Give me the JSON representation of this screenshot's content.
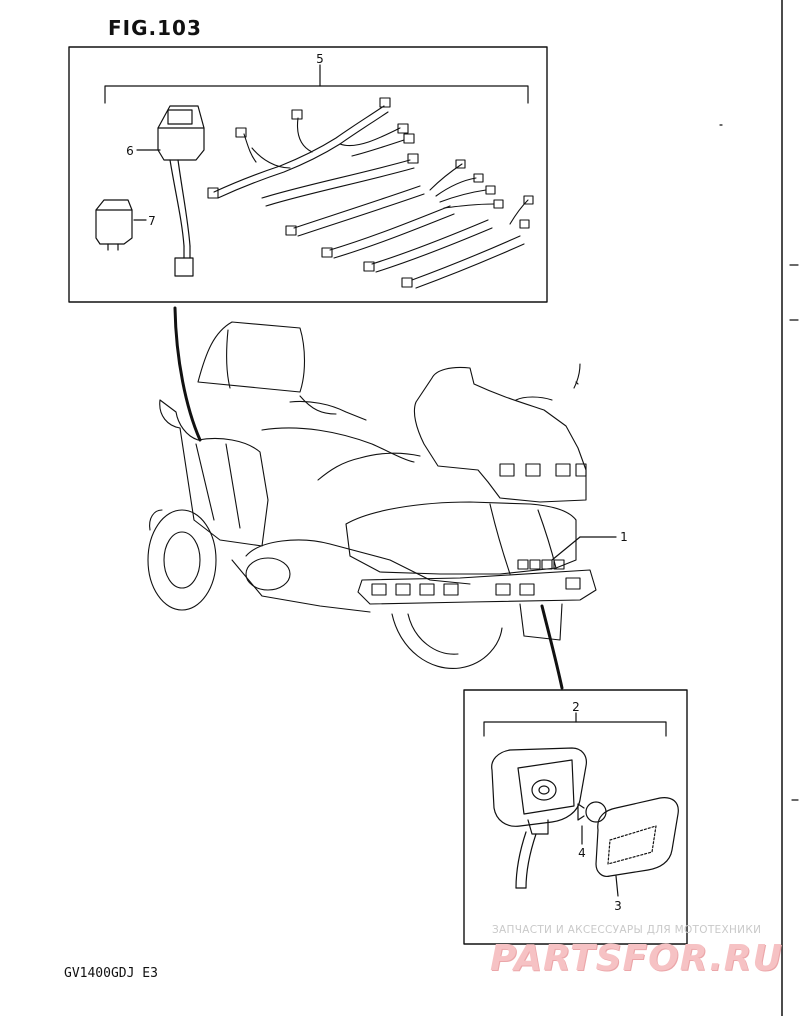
{
  "figure": {
    "title": "FIG.103",
    "model_code": "GV1400GDJ  E3"
  },
  "callouts": {
    "c1": "1",
    "c2": "2",
    "c3": "3",
    "c4": "4",
    "c5": "5",
    "c6": "6",
    "c7": "7"
  },
  "watermark": {
    "tagline": "ЗАПЧАСТИ И АКСЕССУАРЫ ДЛЯ МОТОТЕХНИКИ",
    "brand": "PARTSFOR.RU",
    "color": "#f6c2c4"
  },
  "colors": {
    "ink": "#111111",
    "paper": "#ffffff"
  }
}
